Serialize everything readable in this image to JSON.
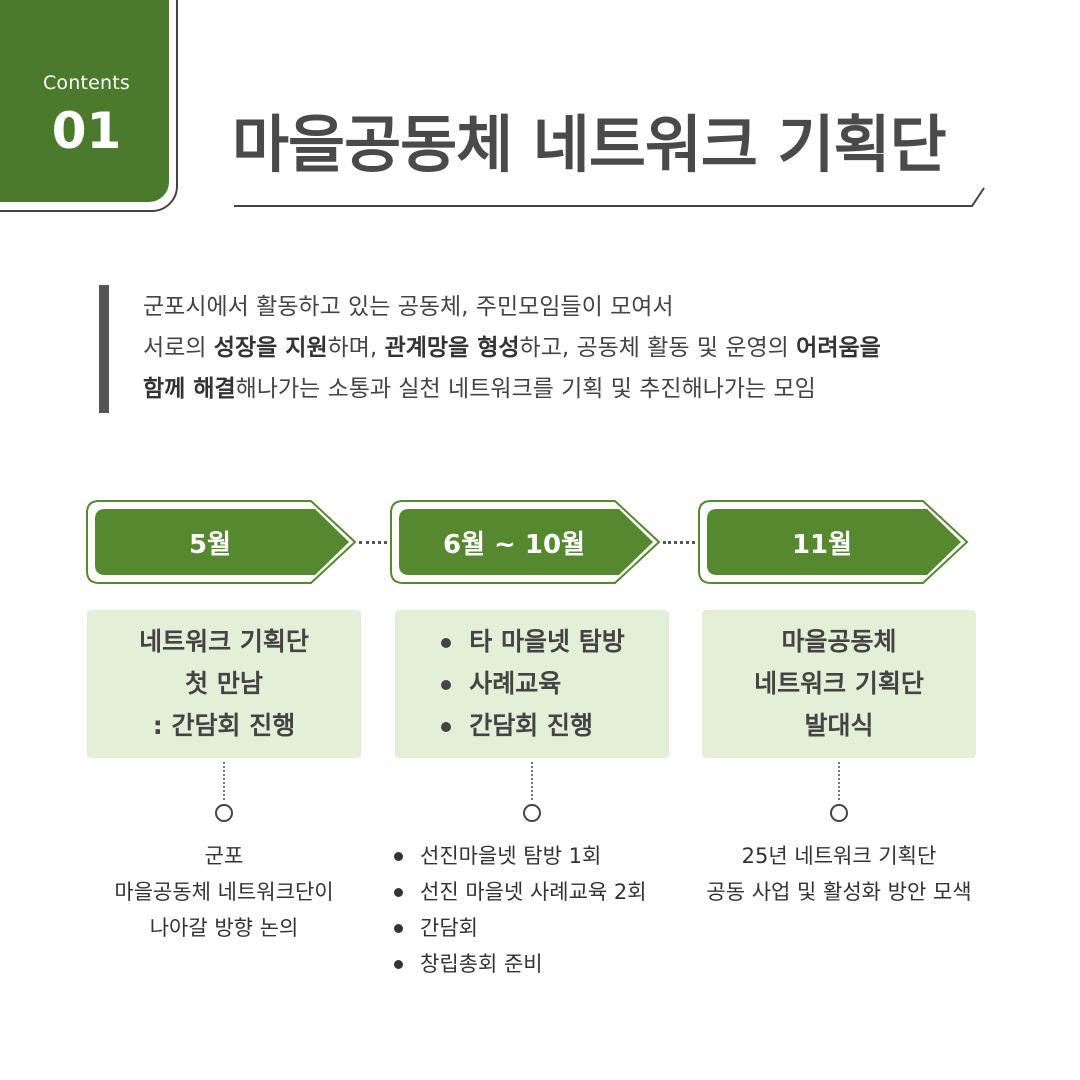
{
  "header": {
    "badge_label": "Contents",
    "badge_number": "01",
    "title": "마을공동체 네트워크 기획단"
  },
  "intro": {
    "lines": [
      [
        {
          "text": "군포시에서 활동하고 있는 공동체, 주민모임들이 모여서",
          "bold": false
        }
      ],
      [
        {
          "text": "서로의 ",
          "bold": false
        },
        {
          "text": "성장을 지원",
          "bold": true
        },
        {
          "text": "하며, ",
          "bold": false
        },
        {
          "text": "관계망을 형성",
          "bold": true
        },
        {
          "text": "하고, 공동체 활동 및 운영의 ",
          "bold": false
        },
        {
          "text": "어려움을",
          "bold": true
        }
      ],
      [
        {
          "text": "함께 해결",
          "bold": true
        },
        {
          "text": "해나가는 소통과 실천 네트워크를 기획 및 추진해나가는 모임",
          "bold": false
        }
      ]
    ]
  },
  "colors": {
    "brand_green": "#4c7a2c",
    "arrow_green": "#56892f",
    "box_green": "#e3efd6"
  },
  "timeline": {
    "stages": [
      {
        "month": "5월",
        "box_style": "lines",
        "box_lines": [
          "네트워크 기획단",
          "첫 만남",
          ": 간담회 진행"
        ],
        "desc_style": "lines",
        "desc_lines": [
          "군포",
          "마을공동체 네트워크단이",
          "나아갈 방향 논의"
        ]
      },
      {
        "month": "6월 ~ 10월",
        "box_style": "bullets",
        "box_lines": [
          "타 마을넷 탐방",
          "사례교육",
          "간담회 진행"
        ],
        "desc_style": "bullets",
        "desc_lines": [
          "선진마을넷 탐방 1회",
          "선진 마을넷 사례교육 2회",
          "간담회",
          "창립총회 준비"
        ]
      },
      {
        "month": "11월",
        "box_style": "lines",
        "box_lines": [
          "마을공동체",
          "네트워크 기획단",
          "발대식"
        ],
        "desc_style": "lines",
        "desc_lines": [
          "25년 네트워크 기획단",
          "공동 사업 및 활성화 방안 모색"
        ]
      }
    ]
  }
}
